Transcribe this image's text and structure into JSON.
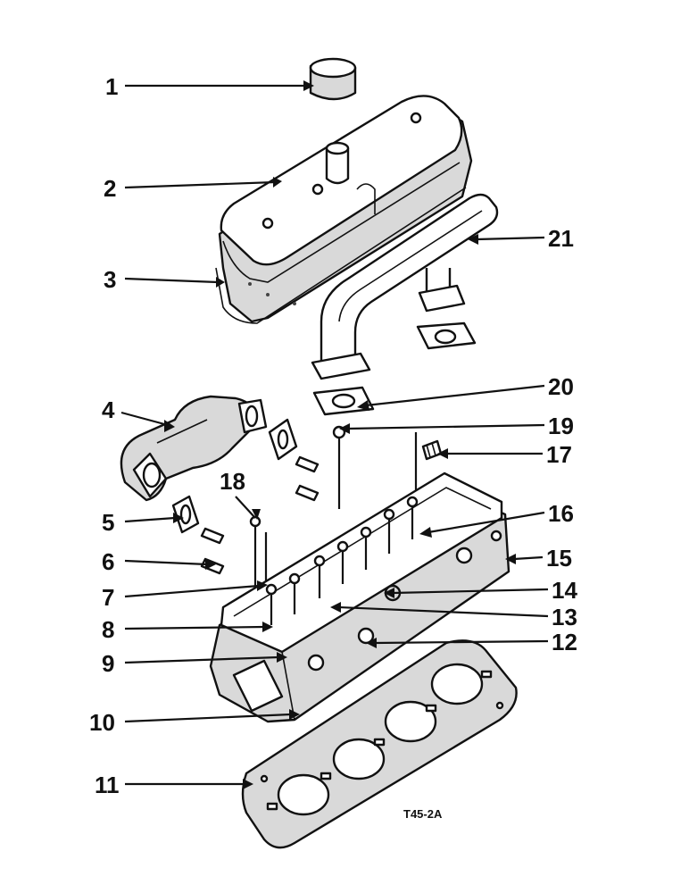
{
  "diagram": {
    "figure_code": "T45-2A",
    "callouts": [
      {
        "id": "1",
        "label": "1"
      },
      {
        "id": "2",
        "label": "2"
      },
      {
        "id": "3",
        "label": "3"
      },
      {
        "id": "4",
        "label": "4"
      },
      {
        "id": "5",
        "label": "5"
      },
      {
        "id": "6",
        "label": "6"
      },
      {
        "id": "7",
        "label": "7"
      },
      {
        "id": "8",
        "label": "8"
      },
      {
        "id": "9",
        "label": "9"
      },
      {
        "id": "10",
        "label": "10"
      },
      {
        "id": "11",
        "label": "11"
      },
      {
        "id": "12",
        "label": "12"
      },
      {
        "id": "13",
        "label": "13"
      },
      {
        "id": "14",
        "label": "14"
      },
      {
        "id": "15",
        "label": "15"
      },
      {
        "id": "16",
        "label": "16"
      },
      {
        "id": "17",
        "label": "17"
      },
      {
        "id": "18",
        "label": "18"
      },
      {
        "id": "19",
        "label": "19"
      },
      {
        "id": "20",
        "label": "20"
      },
      {
        "id": "21",
        "label": "21"
      }
    ]
  }
}
